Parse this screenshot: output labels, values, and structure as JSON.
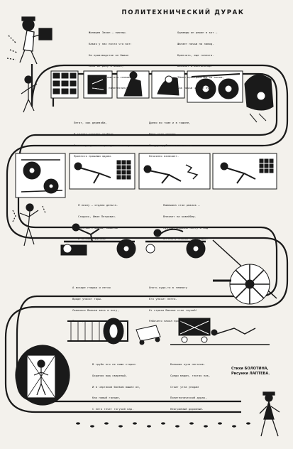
{
  "title": "ПОЛИТЕХНИЧЕСКИЙ ДУРАК",
  "verses": [
    {
      "id": "stanza-1",
      "lines": [
        "Жилищев Заяон — пионер.",
        "Какая у нас почти что вот:",
        "На производстве он бывал",
        "Меня он разу и живое,",
        "На собственным его словам",
        "Он — гроб и политехникум."
      ]
    },
    {
      "id": "stanza-2",
      "lines": [
        "Однажды он решил в кот —",
        "Шагает ночью на завод.",
        "Бренчать, еще гиллята.",
        "Вонзает в вентилятор.",
        "Тёмно пространство за окном,",
        "Как ночью черное пухом."
      ]
    },
    {
      "id": "stanza-3",
      "lines": [
        "Летит, как деревяба,",
        "В глазах готовых штабель.",
        "Оставь дождь голов, под свист и гром",
        "Пронесся прошлым ядром."
      ]
    },
    {
      "id": "stanza-4",
      "lines": [
        "Древо во тьме и в тишине,",
        "Маша силу пришел.",
        "И вдруг рубильник со стены",
        "Нечаянно включает."
      ]
    },
    {
      "id": "stanza-5",
      "lines": [
        "Я лоялу — отдали деньга.",
        "Стыдись, Иван Петрович.",
        "Круглом — шкивы, машинки",
        "И вечные чудовищ."
      ]
    },
    {
      "id": "stanza-6",
      "lines": [
        "Помешана стал рюкзак —",
        "Влезает на ковейбер.",
        "Пустая ноздрями ленту в над",
        "Он мчит, словом замирающий."
      ]
    },
    {
      "id": "stanza-7",
      "lines": [
        "А вскоре гладко и легко",
        "Вроде уносят горы.",
        "Свалился Ваньки весь в ногу,",
        "И не прошел момента —"
      ]
    },
    {
      "id": "stanza-8",
      "lines": [
        "Опять куда-то в темноту",
        "Его уносит лента.",
        "От страха Ваньки стал глухой!",
        "Рабочего пахал прямо в трубе."
      ]
    },
    {
      "id": "stanza-9",
      "lines": [
        "В трубе его не ниже сторон",
        "Охраняя вид свирепый,",
        "И в чертиком боевом вышел он,",
        "Как новый гальюн,",
        "С него течет тягучий вар."
      ]
    },
    {
      "id": "stanza-10",
      "lines": [
        "Большая куча негатив.",
        "Среди машин, глотая пак,",
        "Стоит утла уподам",
        "Политехнический дурак,",
        "Неиграемый дорожный."
      ]
    }
  ],
  "credits": {
    "line1": "Стихи БОЛОТИНА,",
    "line2": "Рисунки ЛАПТЕВА."
  },
  "colors": {
    "paper": "#f3f1ec",
    "ink": "#1a1a1a"
  }
}
